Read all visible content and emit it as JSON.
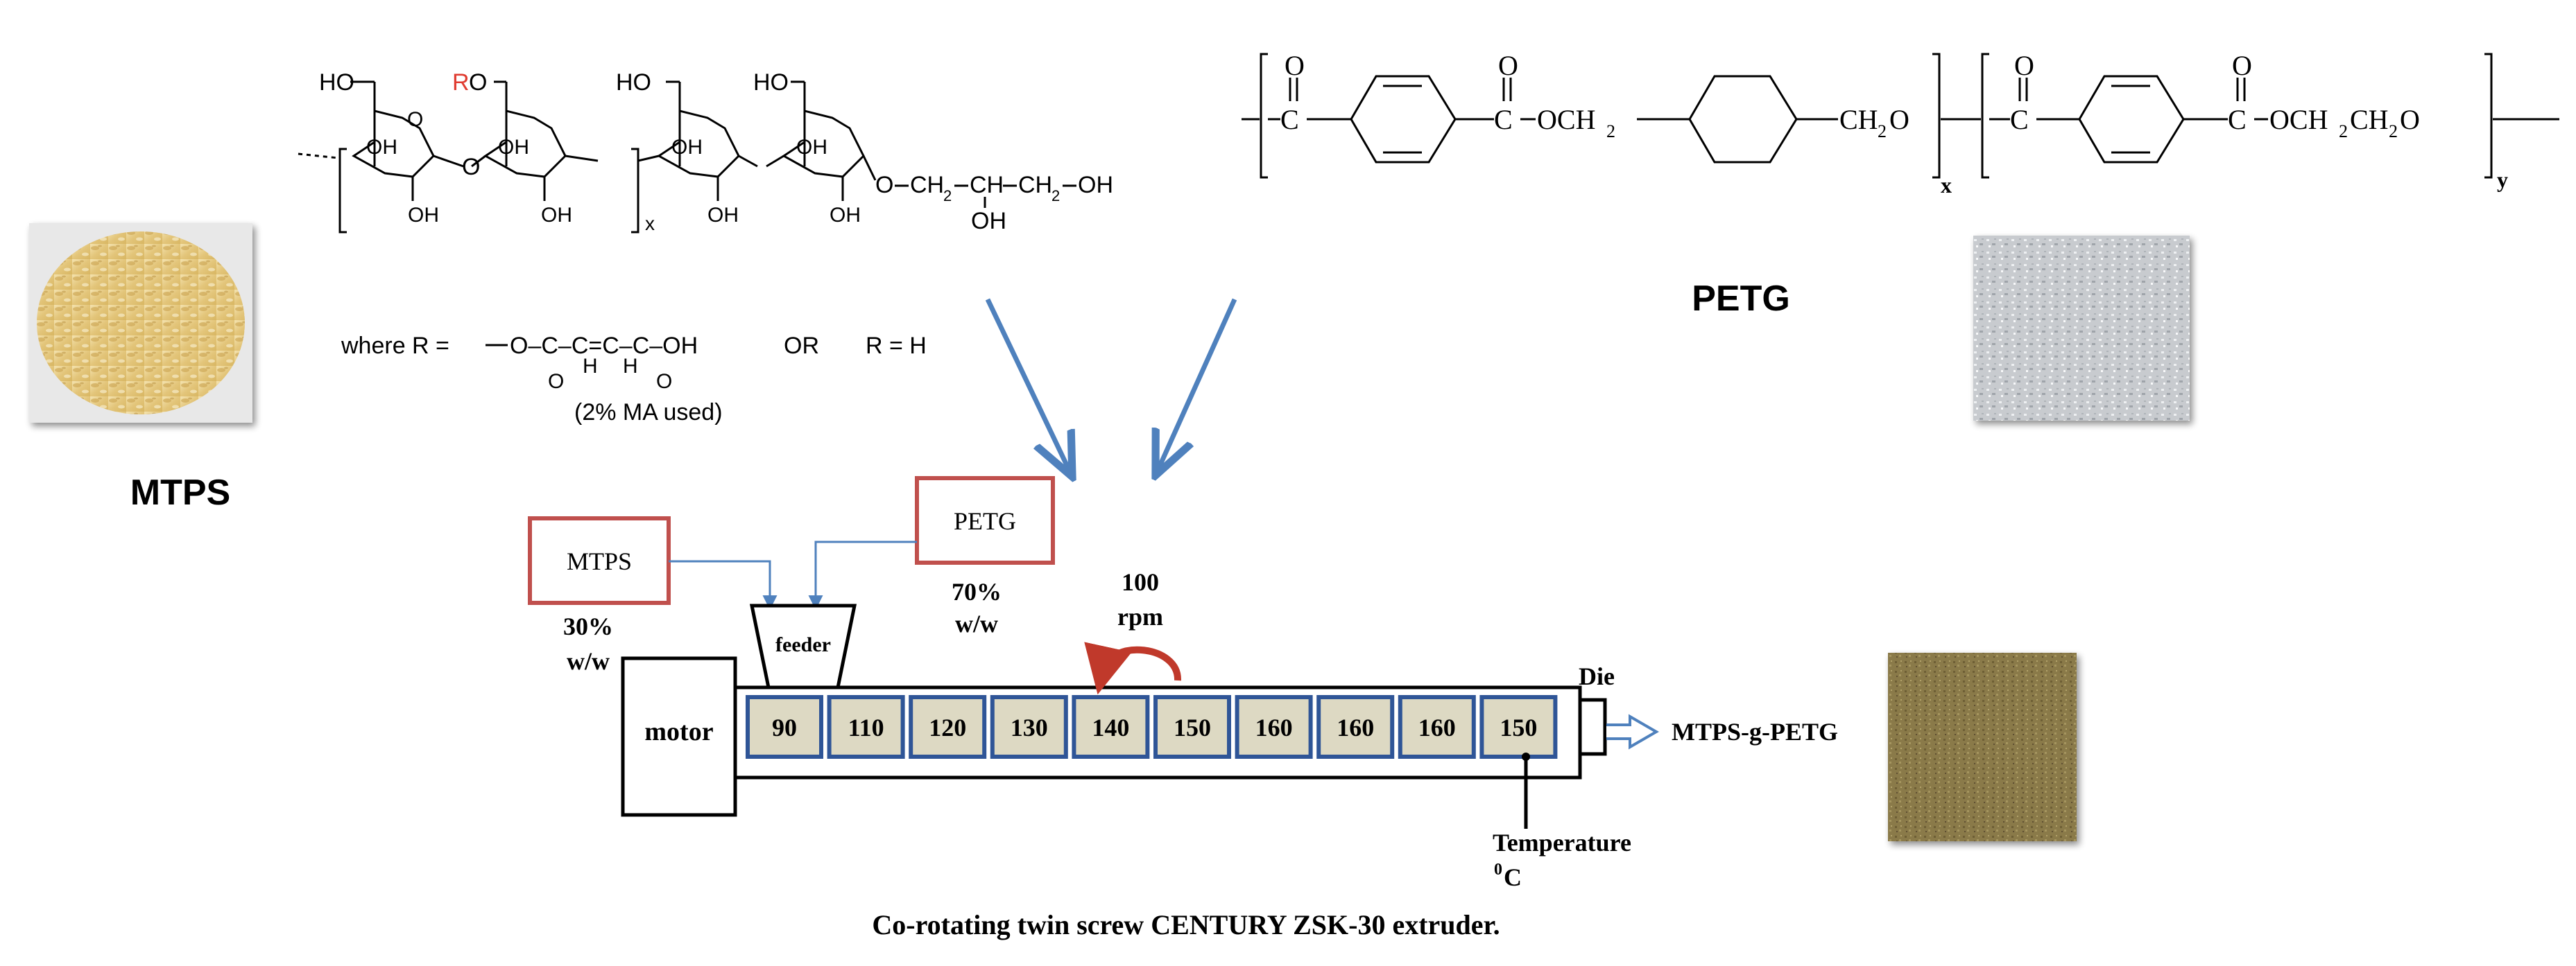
{
  "materials": {
    "mtps_label": "MTPS",
    "petg_label": "PETG",
    "product_label": "MTPS-g-PETG"
  },
  "mtps_structure": {
    "hydroxyls": {
      "ho_1": "HO",
      "r_label": "R",
      "o_after_r": "O",
      "ho_3": "HO",
      "ho_4": "HO"
    },
    "oh_labels": [
      "OH",
      "OH",
      "OH",
      "OH",
      "OH",
      "OH",
      "OH",
      "OH"
    ],
    "ring_oxygen": "O",
    "link_oxygen": "O",
    "subscript_x": "x",
    "glycerol_tail": {
      "o": "O",
      "ch2_a": "CH",
      "sub_a": "2",
      "ch": "CH",
      "ch2_b": "CH",
      "sub_b": "2",
      "oh_end": "OH",
      "oh_below": "OH"
    },
    "where_text": "where R =",
    "r_group_top": "O‒C‒C=C‒C‒OH",
    "r_group_o_dbl_1": "O",
    "r_group_h_1": "H",
    "r_group_h_2": "H",
    "r_group_o_dbl_2": "O",
    "or_text": "OR",
    "r_equals_h": "R = H",
    "ma_note": "(2% MA used)"
  },
  "petg_structure": {
    "c_1": "C",
    "o_1": "O",
    "c_2": "C",
    "o_2": "O",
    "och2_a": "OCH",
    "sub_2a": "2",
    "ch2o_a": "CH",
    "sub_2b": "2",
    "o_end_a": "O",
    "c_3": "C",
    "o_3": "O",
    "c_4": "C",
    "o_4": "O",
    "och2ch2o": "OCH",
    "sub_2c": "2",
    "ch2o_b": "CH",
    "sub_2d": "2",
    "o_end_b": "O",
    "subscript_x": "x",
    "subscript_y": "y"
  },
  "extruder": {
    "mtps_box": "MTPS",
    "petg_box": "PETG",
    "mtps_fraction_pct": "30%",
    "mtps_fraction_unit": "w/w",
    "petg_fraction_pct": "70%",
    "petg_fraction_unit": "w/w",
    "speed_value": "100",
    "speed_unit": "rpm",
    "feeder": "feeder",
    "motor": "motor",
    "die": "Die",
    "temperature_label": "Temperature",
    "temperature_unit_sup": "0",
    "temperature_unit": "C",
    "zone_temperatures": [
      "90",
      "110",
      "120",
      "130",
      "140",
      "150",
      "160",
      "160",
      "160",
      "150"
    ],
    "caption": "Co-rotating twin screw CENTURY ZSK-30 extruder."
  },
  "colors": {
    "arrow_blue": "#4f81bd",
    "box_red": "#c0504d",
    "zone_fill": "#ddd9c3",
    "zone_border": "#2f5597",
    "r_red": "#e03c31",
    "rotation_arrow": "#c0392b"
  }
}
